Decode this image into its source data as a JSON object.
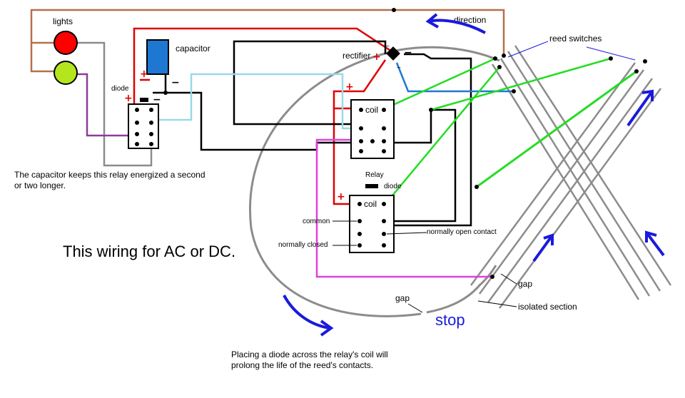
{
  "labels": {
    "lights": "lights",
    "capacitor": "capacitor",
    "rectifier": "rectifier",
    "direction": "direction",
    "reed_switches": "reed switches",
    "diode_top": "diode",
    "coil_top": "coil",
    "relay": "Relay",
    "diode_bottom": "diode",
    "coil_bottom": "coil",
    "common": "common",
    "normally_closed": "normally closed",
    "normally_open_contact": "normally open contact",
    "gap_right": "gap",
    "gap_left": "gap",
    "isolated_section": "isolated section",
    "stop": "stop",
    "ac_symbol": "~"
  },
  "notes": {
    "capacitor_note": "The capacitor keeps this relay energized a second or two longer.",
    "wiring_title": "This wiring for AC or DC.",
    "diode_note": "Placing a diode across the relay's coil will prolong the life of the reed's contacts."
  },
  "colors": {
    "lamp_red": "#ff0000",
    "lamp_green": "#b5e61d",
    "capacitor": "#1e78d2",
    "wire_red": "#e00000",
    "wire_brown": "#b5704a",
    "wire_purple": "#8e3c9a",
    "wire_gray": "#8c8c8c",
    "wire_lightblue": "#99d9ea",
    "wire_blue": "#1e78d2",
    "wire_green": "#22dd22",
    "wire_magenta": "#e040e0",
    "track": "#8c8c8c",
    "arrow": "#1a1adc"
  }
}
